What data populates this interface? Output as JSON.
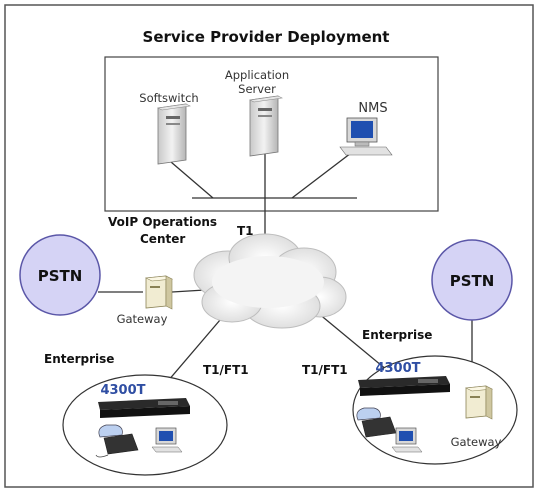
{
  "diagram": {
    "title": "Service Provider Deployment",
    "labels": {
      "softswitch": "Softswitch",
      "app_server_line1": "Application",
      "app_server_line2": "Server",
      "nms": "NMS",
      "voip_ops_line1": "VoIP Operations",
      "voip_ops_line2": "Center",
      "t1": "T1",
      "pstn_left": "PSTN",
      "pstn_right": "PSTN",
      "gateway_left": "Gateway",
      "gateway_right": "Gateway",
      "enterprise_left": "Enterprise",
      "enterprise_right": "Enterprise",
      "t1ft1_left": "T1/FT1",
      "t1ft1_right": "T1/FT1",
      "device_left": "4300T",
      "device_right": "4300T"
    },
    "colors": {
      "pstn_fill": "#d5d3f5",
      "pstn_stroke": "#5b57a8",
      "device_label": "#2f4ea3",
      "cloud": "#e9e9e9",
      "line": "#333333"
    },
    "icons": [
      "server-icon",
      "computer-icon",
      "phone-icon",
      "router-icon",
      "cloud-icon"
    ]
  }
}
